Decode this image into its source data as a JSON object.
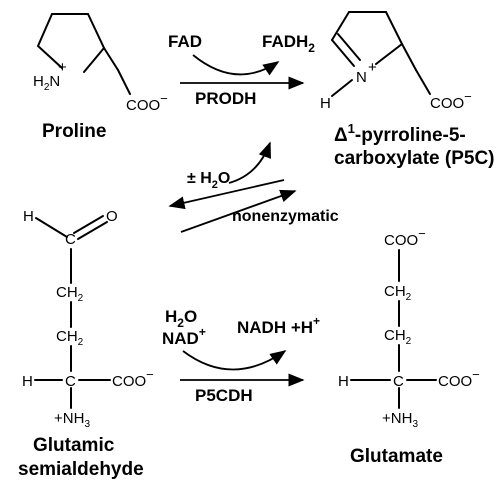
{
  "proline": {
    "name": "Proline",
    "amine": "H",
    "amine_sub": "2",
    "amine_atom": "N",
    "amine_charge": "+",
    "carboxylate": "COO",
    "carboxylate_charge": "−"
  },
  "p5c": {
    "name_delta": "Δ",
    "name_super": "1",
    "name_line1": "-pyrroline-5-",
    "name_line2": "carboxylate (P5C)",
    "h": "H",
    "n": "N",
    "n_charge": "+",
    "carboxylate": "COO",
    "carboxylate_charge": "−"
  },
  "reaction1": {
    "cofactor_in": "FAD",
    "cofactor_out": "FADH",
    "cofactor_out_sub": "2",
    "enzyme": "PRODH"
  },
  "reaction2": {
    "water": "± H",
    "water_sub": "2",
    "water_tail": "O",
    "label": "nonenzymatic"
  },
  "reaction3": {
    "water": "H",
    "water_sub": "2",
    "water_tail": "O",
    "nad": "NAD",
    "nad_charge": "+",
    "product": "NADH +H",
    "product_charge": "+",
    "enzyme": "P5CDH"
  },
  "gsa": {
    "name_line1": "Glutamic",
    "name_line2": "semialdehyde",
    "h_top": "H",
    "o": "O",
    "c_top": "C",
    "ch2a": "CH",
    "ch2a_sub": "2",
    "ch2b": "CH",
    "ch2b_sub": "2",
    "h_alpha": "H",
    "c_alpha": "C",
    "carboxylate": "COO",
    "carboxylate_charge": "−",
    "nh3": "+NH",
    "nh3_sub": "3"
  },
  "glutamate": {
    "name": "Glutamate",
    "coo_top": "COO",
    "coo_top_charge": "−",
    "ch2a": "CH",
    "ch2a_sub": "2",
    "ch2b": "CH",
    "ch2b_sub": "2",
    "h_alpha": "H",
    "c_alpha": "C",
    "carboxylate": "COO",
    "carboxylate_charge": "−",
    "nh3": "+NH",
    "nh3_sub": "3"
  }
}
